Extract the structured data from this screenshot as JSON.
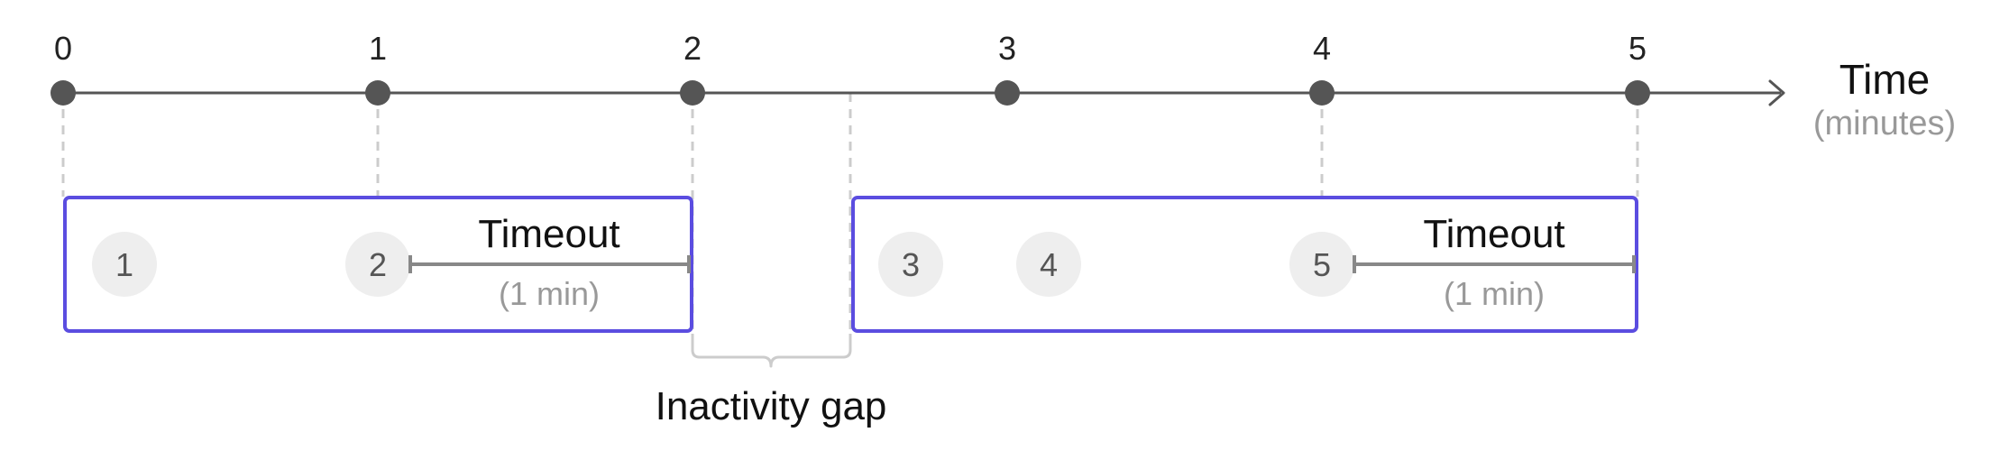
{
  "axis": {
    "ticks": [
      "0",
      "1",
      "2",
      "3",
      "4",
      "5"
    ],
    "label": "Time",
    "unit": "(minutes)"
  },
  "events": [
    "1",
    "2",
    "3",
    "4",
    "5"
  ],
  "sessions": [
    {
      "timeout_label": "Timeout",
      "timeout_duration": "(1 min)"
    },
    {
      "timeout_label": "Timeout",
      "timeout_duration": "(1 min)"
    }
  ],
  "gap": {
    "label": "Inactivity gap"
  },
  "colors": {
    "axis": "#555555",
    "session_border": "#5b4de0",
    "event_fill": "#eeeeee",
    "event_text": "#555555",
    "muted_text": "#999999",
    "guide": "#cccccc",
    "bracket": "#cccccc",
    "timeout_line": "#888888"
  }
}
